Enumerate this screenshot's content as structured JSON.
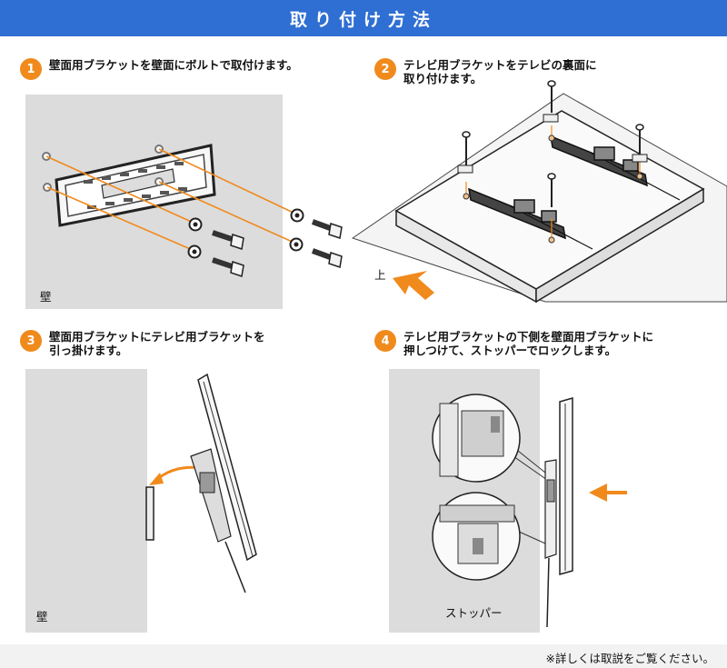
{
  "header": {
    "title": "取り付け方法"
  },
  "steps": [
    {
      "number": "1",
      "lines": [
        "壁面用ブラケットを壁面にボルトで取付けます。"
      ]
    },
    {
      "number": "2",
      "lines": [
        "テレビ用ブラケットをテレビの裏面に",
        "取り付けます。"
      ]
    },
    {
      "number": "3",
      "lines": [
        "壁面用ブラケットにテレビ用ブラケットを",
        "引っ掛けます。"
      ]
    },
    {
      "number": "4",
      "lines": [
        "テレビ用ブラケットの下側を壁面用ブラケットに",
        "押しつけて、ストッパーでロックします。"
      ]
    }
  ],
  "labels": {
    "wall1": "壁",
    "up": "上",
    "wall3": "壁",
    "stopper": "ストッパー"
  },
  "footer": {
    "note": "※詳しくは取説をご覧ください。"
  },
  "colors": {
    "header_bg": "#2f6fd3",
    "accent_orange": "#f08a1c",
    "panel_gray": "#dcdcdc"
  }
}
